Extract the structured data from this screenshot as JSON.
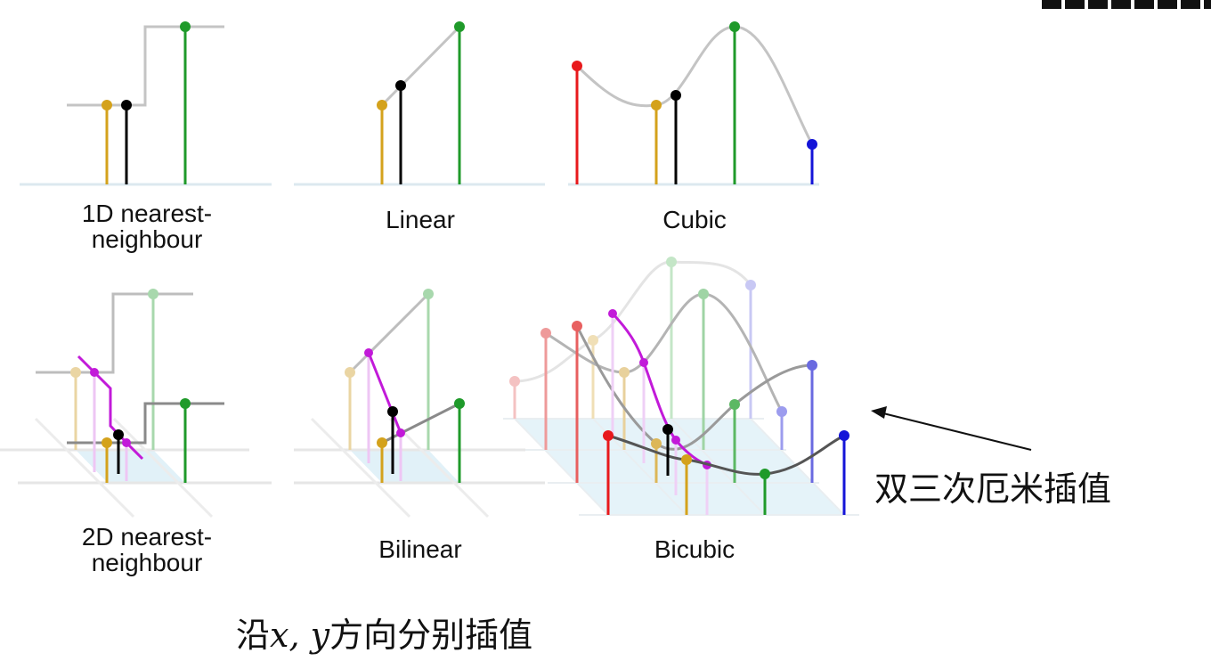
{
  "panels": {
    "nn1d": "1D nearest-\nneighbour",
    "linear": "Linear",
    "cubic": "Cubic",
    "nn2d": "2D nearest-\nneighbour",
    "bilinear": "Bilinear",
    "bicubic": "Bicubic"
  },
  "annotations": {
    "bicubic_cn": "双三次厄米插值",
    "xy_cn_prefix": "沿",
    "xy_cn_vars": "x, y",
    "xy_cn_suffix": "方向分别插值"
  },
  "colors": {
    "sample_1": "#d4a21c",
    "sample_2": "#1f9a2a",
    "sample_0": "#e8191c",
    "sample_3": "#1414d8",
    "interpolated_point": "#000000",
    "intermediate_curve": "#c21ad9",
    "interpolation_curve": "#c4c4c4",
    "baseline": "#dce8ef",
    "grid_plane": "#e1f1f8"
  }
}
